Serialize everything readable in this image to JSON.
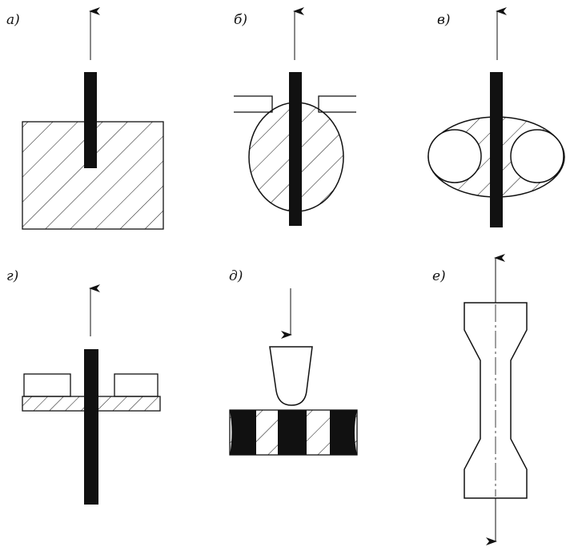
{
  "panels": [
    {
      "id": "a",
      "label": "а)"
    },
    {
      "id": "b",
      "label": "б)"
    },
    {
      "id": "v",
      "label": "в)"
    },
    {
      "id": "g",
      "label": "г)"
    },
    {
      "id": "d",
      "label": "д)"
    },
    {
      "id": "e",
      "label": "е)"
    }
  ],
  "colors": {
    "ink": "#111111",
    "fill": "#ffffff"
  }
}
